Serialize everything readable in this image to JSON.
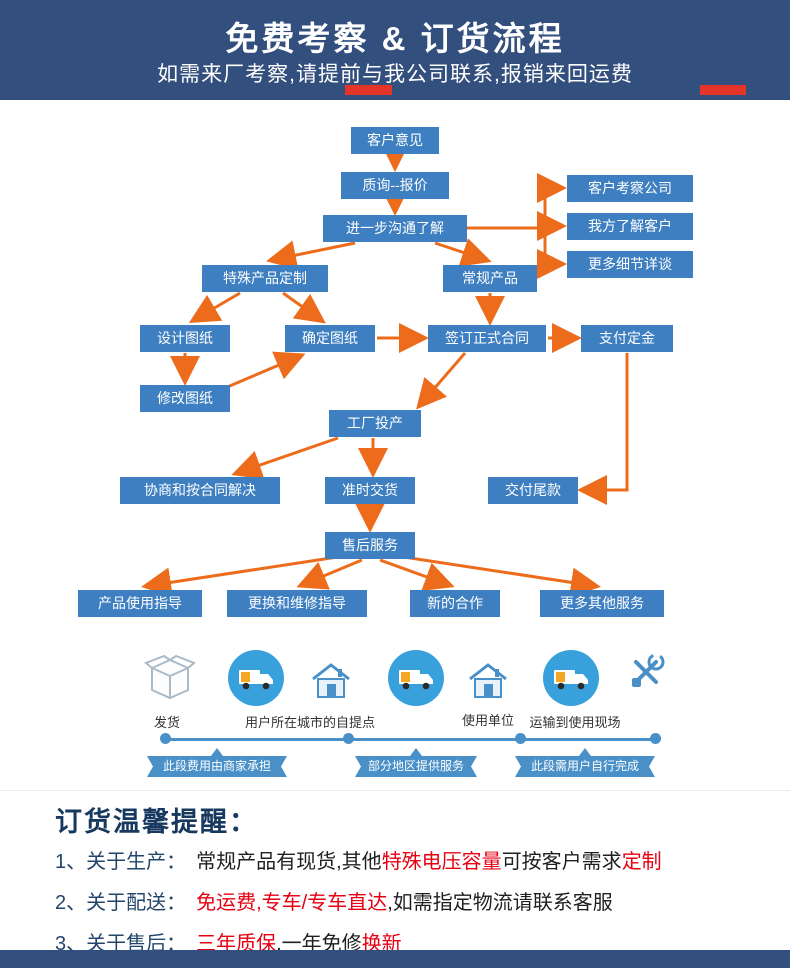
{
  "header": {
    "title": "免费考察 & 订货流程",
    "subtitle": "如需来厂考察,请提前与我公司联系,报销来回运费"
  },
  "colors": {
    "navy": "#324f7d",
    "box_blue": "#3e7fc1",
    "arrow_orange": "#ed6c1c",
    "timeline_blue": "#4a90c8",
    "highlight_red": "#e60012"
  },
  "flow": {
    "nodes": {
      "customer_feedback": "客户意见",
      "inquiry_quote": "质询--报价",
      "further_comm": "进一步沟通了解",
      "visit_company": "客户考察公司",
      "know_customer": "我方了解客户",
      "more_details": "更多细节详谈",
      "custom_product": "特殊产品定制",
      "regular_product": "常规产品",
      "design_drawing": "设计图纸",
      "confirm_drawing": "确定图纸",
      "sign_contract": "签订正式合同",
      "pay_deposit": "支付定金",
      "modify_drawing": "修改图纸",
      "factory_production": "工厂投产",
      "negotiate": "协商和按合同解决",
      "ontime_delivery": "准时交货",
      "pay_balance": "交付尾款",
      "aftersale": "售后服务",
      "usage_guide": "产品使用指导",
      "repair_guide": "更换和维修指导",
      "new_coop": "新的合作",
      "more_services": "更多其他服务"
    },
    "edges": [
      [
        "customer_feedback",
        "inquiry_quote"
      ],
      [
        "inquiry_quote",
        "further_comm"
      ],
      [
        "further_comm",
        "visit_company"
      ],
      [
        "further_comm",
        "know_customer"
      ],
      [
        "further_comm",
        "more_details"
      ],
      [
        "further_comm",
        "custom_product"
      ],
      [
        "further_comm",
        "regular_product"
      ],
      [
        "custom_product",
        "design_drawing"
      ],
      [
        "custom_product",
        "confirm_drawing"
      ],
      [
        "design_drawing",
        "modify_drawing"
      ],
      [
        "modify_drawing",
        "confirm_drawing"
      ],
      [
        "confirm_drawing",
        "sign_contract"
      ],
      [
        "regular_product",
        "sign_contract"
      ],
      [
        "sign_contract",
        "pay_deposit"
      ],
      [
        "sign_contract",
        "factory_production"
      ],
      [
        "pay_deposit",
        "pay_balance"
      ],
      [
        "factory_production",
        "negotiate"
      ],
      [
        "factory_production",
        "ontime_delivery"
      ],
      [
        "ontime_delivery",
        "aftersale"
      ],
      [
        "aftersale",
        "usage_guide"
      ],
      [
        "aftersale",
        "repair_guide"
      ],
      [
        "aftersale",
        "new_coop"
      ],
      [
        "aftersale",
        "more_services"
      ]
    ]
  },
  "logistics": {
    "icons": [
      "package-icon",
      "truck-icon",
      "house-icon",
      "truck-icon",
      "house-icon",
      "truck-icon",
      "tools-icon"
    ],
    "stations": {
      "shipping": "发货",
      "pickup": "用户所在城市的自提点",
      "user_unit": "使用单位",
      "transport_site": "运输到使用现场"
    },
    "ribbons": [
      "此段费用由商家承担",
      "部分地区提供服务",
      "此段需用户自行完成"
    ]
  },
  "reminder": {
    "heading": "订货温馨提醒：",
    "item1": {
      "label": "1、关于生产：",
      "t1": "常规产品有现货,其他",
      "r1": "特殊电压容量",
      "t2": "可按客户需求",
      "r2": "定制"
    },
    "item2": {
      "label": "2、关于配送：",
      "r1": "免运费,专车/专车直达",
      "t1": ",如需指定物流请联系客服"
    },
    "item3": {
      "label": "3、关于售后：",
      "r1": "三年质保",
      "t1": ",一年免修",
      "r2": "换新"
    }
  }
}
